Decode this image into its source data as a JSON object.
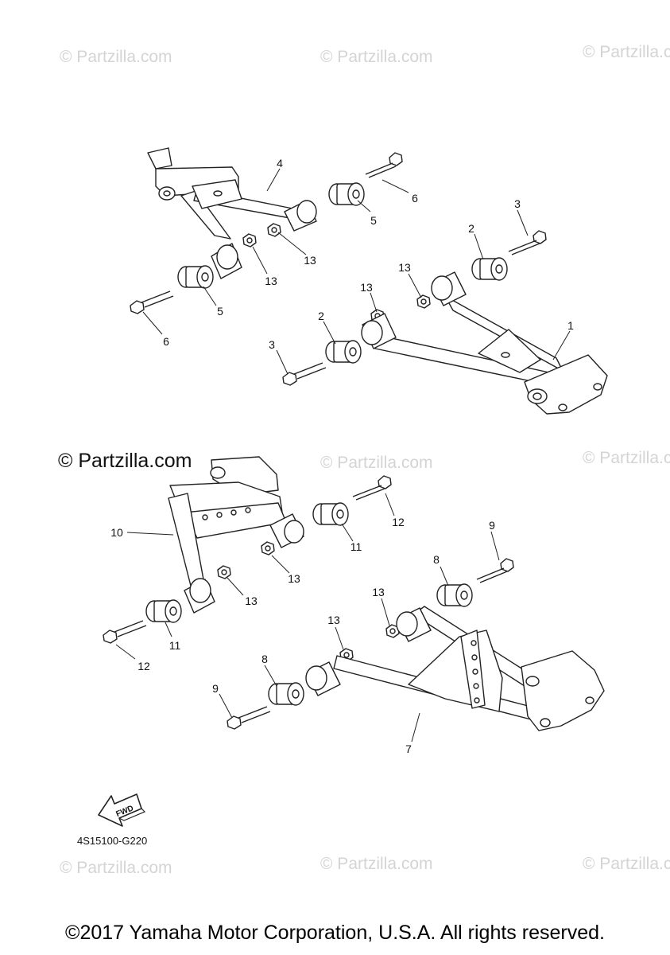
{
  "watermark": "© Partzilla.com",
  "watermark_prominent": "© Partzilla.com",
  "diagram_code": "4S15100-G220",
  "fwd_label": "FWD",
  "copyright": "©2017 Yamaha Motor Corporation, U.S.A. All rights reserved.",
  "callouts": {
    "c1": "1",
    "c2a": "2",
    "c2b": "2",
    "c3a": "3",
    "c3b": "3",
    "c4": "4",
    "c5a": "5",
    "c5b": "5",
    "c6a": "6",
    "c6b": "6",
    "c7": "7",
    "c8a": "8",
    "c8b": "8",
    "c9a": "9",
    "c9b": "9",
    "c10": "10",
    "c11a": "11",
    "c11b": "11",
    "c12a": "12",
    "c12b": "12",
    "c13a": "13",
    "c13b": "13",
    "c13c": "13",
    "c13d": "13",
    "c13e": "13",
    "c13f": "13",
    "c13g": "13",
    "c13h": "13"
  }
}
